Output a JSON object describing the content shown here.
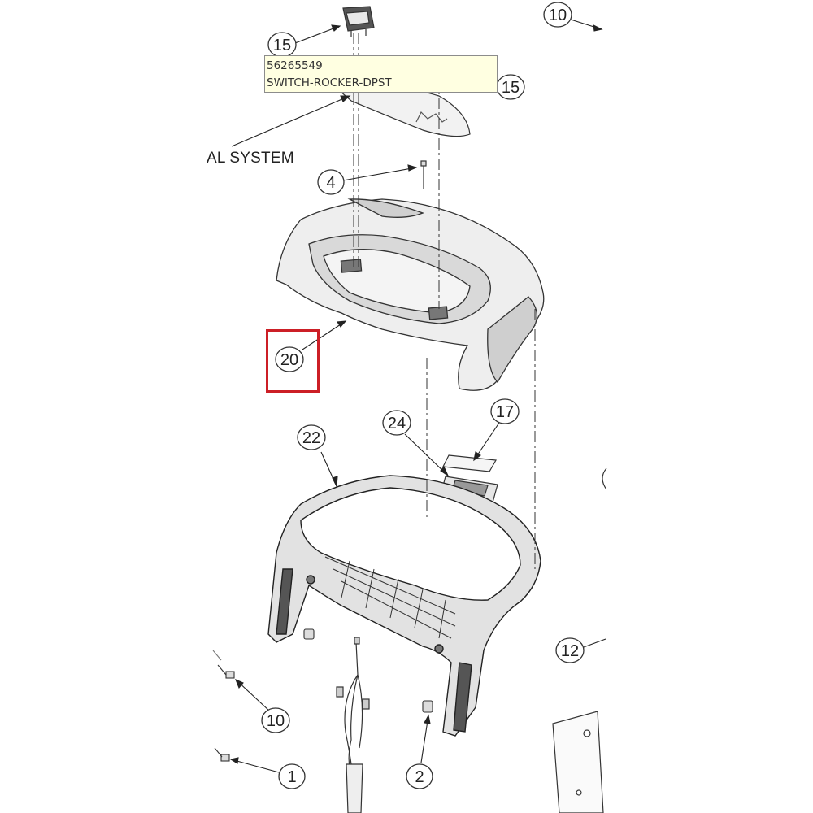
{
  "tooltip": {
    "part_number": "56265549",
    "description": "SWITCH-ROCKER-DPST"
  },
  "section_label": "AL SYSTEM",
  "callouts": [
    {
      "id": "callout-15-top",
      "label": "15"
    },
    {
      "id": "callout-15-right",
      "label": "15"
    },
    {
      "id": "callout-10-top",
      "label": "10"
    },
    {
      "id": "callout-4",
      "label": "4"
    },
    {
      "id": "callout-20",
      "label": "20"
    },
    {
      "id": "callout-22",
      "label": "22"
    },
    {
      "id": "callout-24",
      "label": "24"
    },
    {
      "id": "callout-17",
      "label": "17"
    },
    {
      "id": "callout-12",
      "label": "12"
    },
    {
      "id": "callout-10-bottom",
      "label": "10"
    },
    {
      "id": "callout-1",
      "label": "1"
    },
    {
      "id": "callout-2",
      "label": "2"
    }
  ],
  "highlight_color": "#cc1f26",
  "tooltip_background": "#ffffe1"
}
